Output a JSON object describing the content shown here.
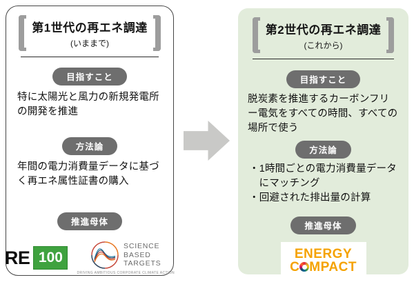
{
  "gen1": {
    "title": "第1世代の再エネ調達",
    "subtitle": "(いままで)",
    "badge_aim": "目指すこと",
    "aim_text": "特に太陽光と風力の新規発電所の開発を推進",
    "badge_method": "方法論",
    "method_text": "年間の電力消費量データに基づく再エネ属性証書の購入",
    "badge_org": "推進母体",
    "logos": {
      "re100": {
        "re": "RE",
        "num": "100"
      },
      "sbt": {
        "name_lines": [
          "SCIENCE",
          "BASED",
          "TARGETS"
        ],
        "tagline": "DRIVING AMBITIOUS CORPORATE CLIMATE ACTION"
      }
    }
  },
  "gen2": {
    "title": "第2世代の再エネ調達",
    "subtitle": "(これから)",
    "badge_aim": "目指すこと",
    "aim_text": "脱炭素を推進するカーボンフリー電気をすべての時間、すべての場所で使う",
    "badge_method": "方法論",
    "method_bullets": [
      "・1時間ごとの電力消費量データにマッチング",
      "・回避された排出量の計算"
    ],
    "badge_org": "推進母体",
    "logo": {
      "line1": "ENERGY",
      "line2_pre": "C",
      "line2_post": "MPACT"
    }
  },
  "colors": {
    "badge_bg": "#6e6e6e",
    "panel2_bg": "#e2ecdb",
    "panel1_border": "#454545",
    "bracket_gray": "#9d9d9d",
    "arrow_gray": "#c9c9c7",
    "re100_green": "#3fa23f",
    "energy_orange": "#f5a200",
    "sbt_navy": "#31465f",
    "sbt_red": "#c74a3c",
    "sbt_orange": "#e87722"
  }
}
